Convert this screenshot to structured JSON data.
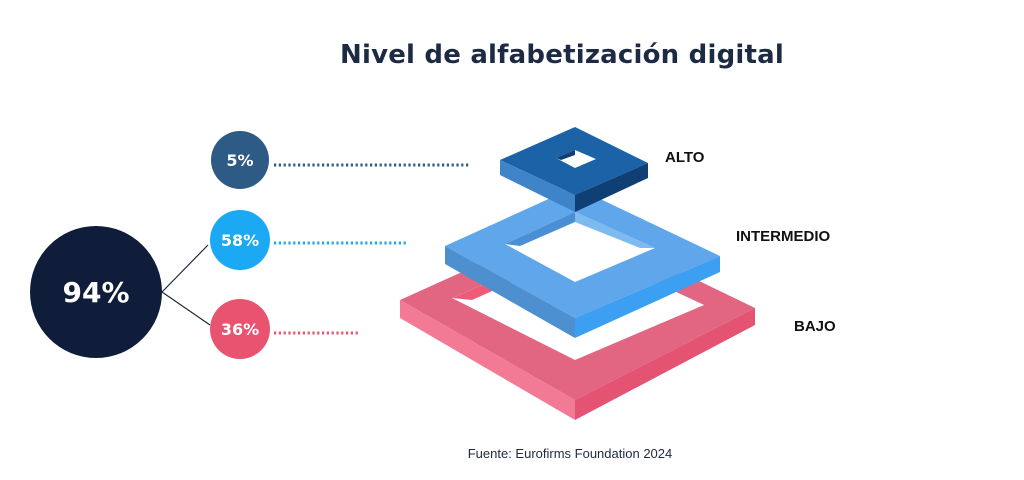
{
  "title": "Nivel de alfabetización digital",
  "source": "Fuente: Eurofirms Foundation 2024",
  "chart_data": {
    "type": "pyramid",
    "title": "Nivel de alfabetización digital",
    "total": {
      "value": 94,
      "label": "94%",
      "color": "#0f1c3a"
    },
    "levels": [
      {
        "name": "ALTO",
        "value": 5,
        "label": "5%",
        "color": "#2e5a86"
      },
      {
        "name": "INTERMEDIO",
        "value": 58,
        "label": "58%",
        "color": "#1aa9f2"
      },
      {
        "name": "BAJO",
        "value": 36,
        "label": "36%",
        "color": "#e8536f"
      }
    ]
  }
}
